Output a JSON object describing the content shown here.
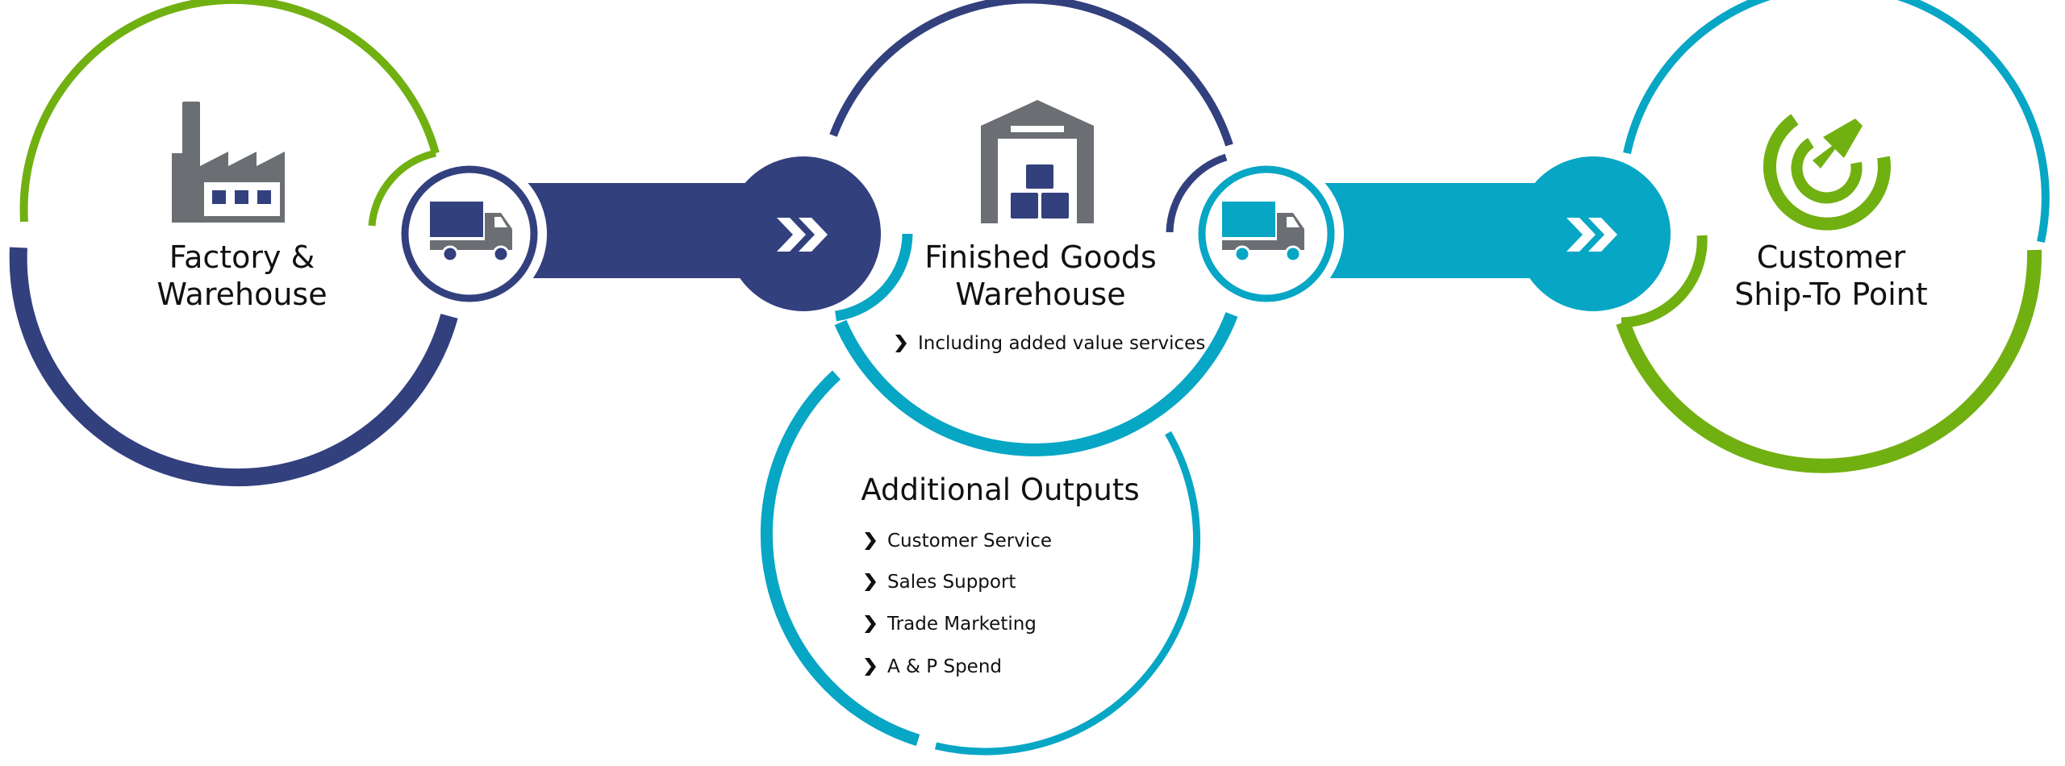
{
  "colors": {
    "navy": "#33407e",
    "teal": "#07a6c5",
    "green": "#71b011",
    "gray": "#6b6e72",
    "text": "#111111"
  },
  "icons": {
    "factory": "factory-icon",
    "truck": "truck-icon",
    "warehouse": "warehouse-icon",
    "target": "target-icon",
    "chevrons": "double-chevron-icon",
    "bullet": "chevron-right-icon"
  },
  "nodes": {
    "factory": {
      "line1": "Factory &",
      "line2": "Warehouse"
    },
    "finished": {
      "line1": "Finished Goods",
      "line2": "Warehouse",
      "note": "Including added value services"
    },
    "customer": {
      "line1": "Customer",
      "line2": "Ship-To Point"
    }
  },
  "outputs": {
    "title": "Additional Outputs",
    "items": [
      "Customer Service",
      "Sales Support",
      "Trade Marketing",
      "A & P Spend"
    ]
  }
}
